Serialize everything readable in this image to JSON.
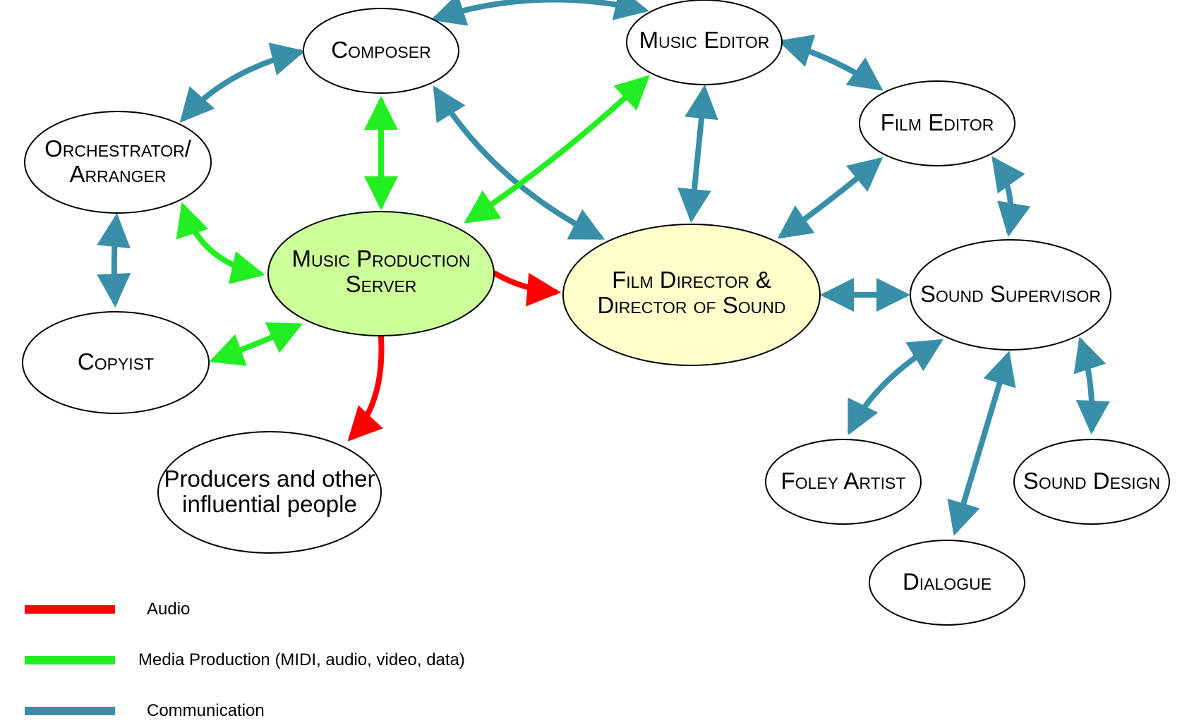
{
  "colors": {
    "audio": "#ff0000",
    "media": "#22ee22",
    "communication": "#3a8fa8",
    "music_production_server_fill": "#ccff99",
    "film_director_fill": "#ffffcc"
  },
  "nodes": {
    "composer": "Composer",
    "music_editor": "Music Editor",
    "film_editor": "Film Editor",
    "orchestrator": [
      "Orchestrator/",
      "Arranger"
    ],
    "music_production_server": [
      "Music Production",
      "Server"
    ],
    "film_director": [
      "Film Director &",
      "Director of Sound"
    ],
    "sound_supervisor": "Sound Supervisor",
    "copyist": "Copyist",
    "producers": [
      "Producers and other",
      "influential people"
    ],
    "foley_artist": "Foley Artist",
    "sound_design": "Sound Design",
    "dialogue": "Dialogue"
  },
  "legend": {
    "audio": "Audio",
    "media": "Media Production (MIDI, audio, video, data)",
    "communication": "Communication"
  }
}
